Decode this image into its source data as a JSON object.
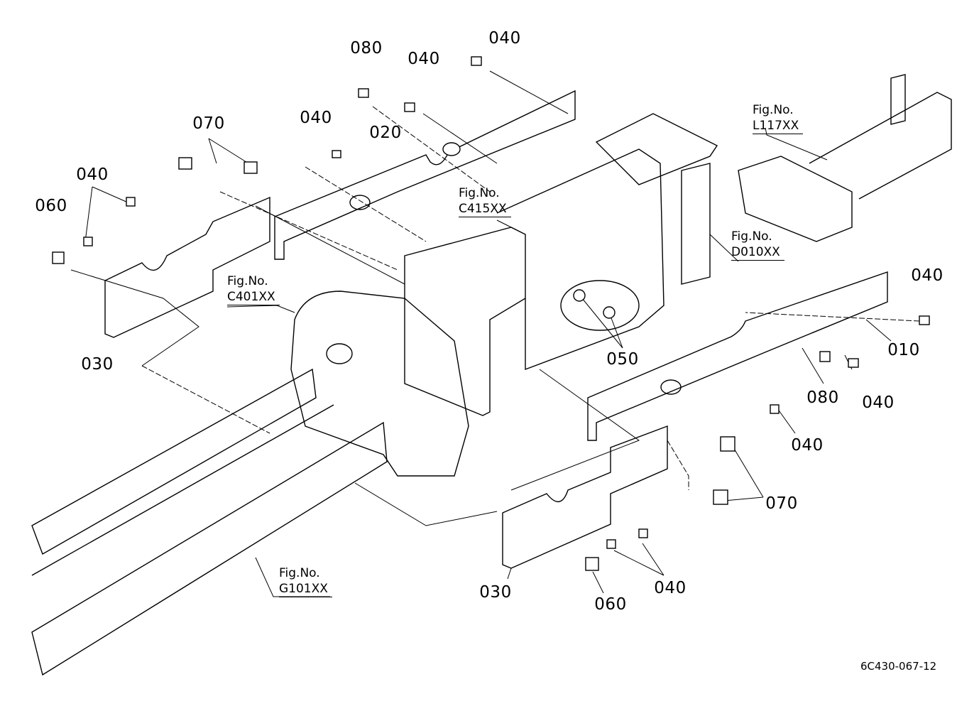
{
  "diagram": {
    "drawing_number": "6C430-067-12",
    "part_callouts": [
      {
        "id": "c1",
        "text": "080"
      },
      {
        "id": "c2",
        "text": "040"
      },
      {
        "id": "c3",
        "text": "040"
      },
      {
        "id": "c4",
        "text": "070"
      },
      {
        "id": "c5",
        "text": "040"
      },
      {
        "id": "c6",
        "text": "020"
      },
      {
        "id": "c7",
        "text": "040"
      },
      {
        "id": "c8",
        "text": "060"
      },
      {
        "id": "c9",
        "text": "030"
      },
      {
        "id": "c10",
        "text": "050"
      },
      {
        "id": "c11",
        "text": "040"
      },
      {
        "id": "c12",
        "text": "010"
      },
      {
        "id": "c13",
        "text": "080"
      },
      {
        "id": "c14",
        "text": "040"
      },
      {
        "id": "c15",
        "text": "040"
      },
      {
        "id": "c16",
        "text": "070"
      },
      {
        "id": "c17",
        "text": "030"
      },
      {
        "id": "c18",
        "text": "060"
      },
      {
        "id": "c19",
        "text": "040"
      }
    ],
    "figure_refs": [
      {
        "prefix": "Fig.No.",
        "code": "L117XX"
      },
      {
        "prefix": "Fig.No.",
        "code": "C415XX"
      },
      {
        "prefix": "Fig.No.",
        "code": "D010XX"
      },
      {
        "prefix": "Fig.No.",
        "code": "C401XX"
      },
      {
        "prefix": "Fig.No.",
        "code": "G101XX"
      }
    ]
  }
}
